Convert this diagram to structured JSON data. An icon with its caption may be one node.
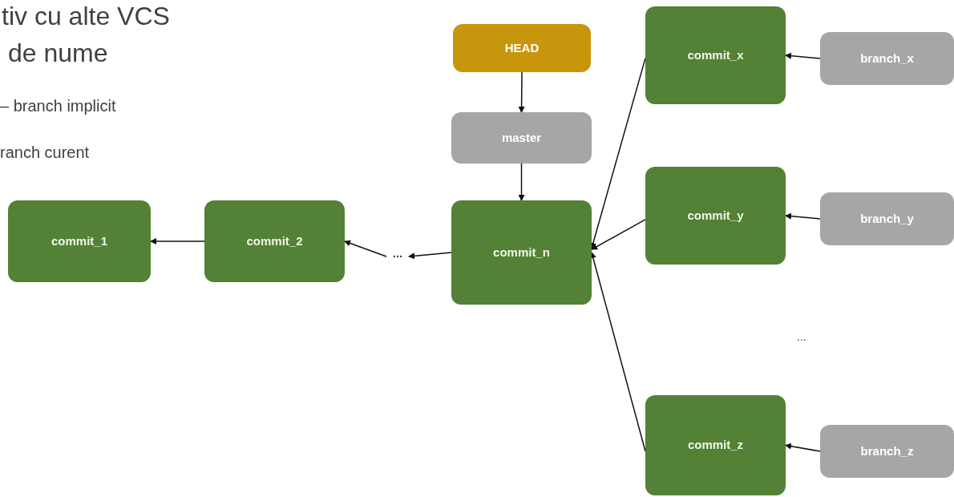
{
  "diagram": {
    "nodes": [
      {
        "text": [
          "HEAD"
        ]
      },
      {
        "text": [
          "master"
        ]
      },
      {
        "text": [
          "commit_1"
        ]
      },
      {
        "text": [
          "commit_2"
        ]
      },
      {
        "text": [
          "..."
        ]
      },
      {
        "text": [
          "commit_n"
        ]
      },
      {
        "text": [
          "commit_x"
        ]
      },
      {
        "text": [
          "branch_x"
        ]
      },
      {
        "text": [
          "commit_y"
        ]
      },
      {
        "text": [
          "branch_y"
        ]
      },
      {
        "text": [
          "commit_z"
        ]
      },
      {
        "text": [
          "branch_z"
        ]
      }
    ],
    "edges": [
      {
        "from": 0,
        "to": 1,
        "arrow": "to"
      },
      {
        "from": 1,
        "to": 5,
        "arrow": "to"
      },
      {
        "from": 3,
        "to": 2,
        "arrow": "to"
      },
      {
        "from": 4,
        "to": 3,
        "arrow": "to"
      },
      {
        "from": 5,
        "to": 4,
        "arrow": "to"
      },
      {
        "from": 6,
        "to": 5,
        "arrow": "to"
      },
      {
        "from": 8,
        "to": 5,
        "arrow": "to"
      },
      {
        "from": 10,
        "to": 5,
        "arrow": "to"
      },
      {
        "from": 7,
        "to": 6,
        "arrow": "to"
      },
      {
        "from": 9,
        "to": 8,
        "arrow": "to"
      },
      {
        "from": 11,
        "to": 10,
        "arrow": "to"
      }
    ],
    "labels": [
      "tiv cu alte VCS",
      "de nume",
      "– branch implicit",
      "ranch curent",
      "..."
    ]
  }
}
